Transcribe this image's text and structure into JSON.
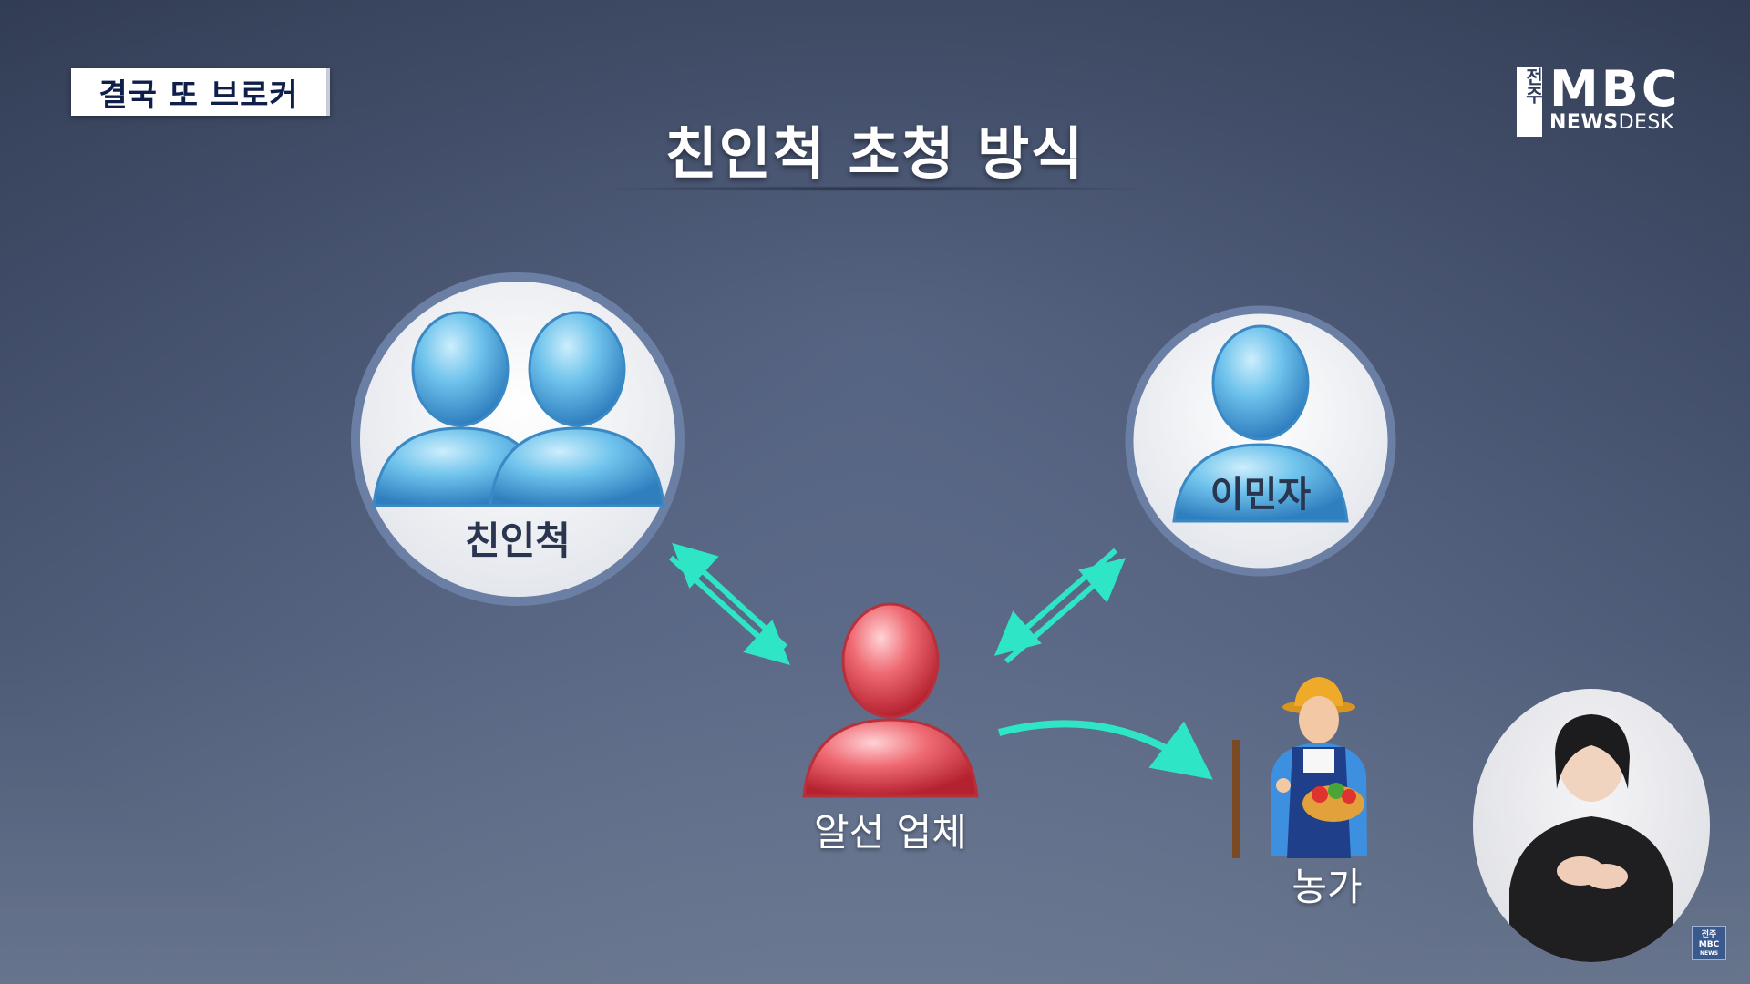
{
  "caption": "결국 또 브로커",
  "logo": {
    "region": "전주",
    "brand": "MBC",
    "program_bold": "NEWS",
    "program_thin": "DESK"
  },
  "title": "친인척 초청 방식",
  "nodes": {
    "relatives": "친인척",
    "immigrant": "이민자",
    "agency": "알선 업체",
    "farm": "농가"
  },
  "mini_logo": {
    "line1": "전주",
    "line2": "MBC",
    "line3": "NEWS"
  },
  "colors": {
    "arrow": "#2ee6c6",
    "agency_red": "#e8545e",
    "person_blue": "#5ab6e6",
    "circle_fill": "#f2f3f6",
    "circle_border": "#6b7fa4"
  }
}
